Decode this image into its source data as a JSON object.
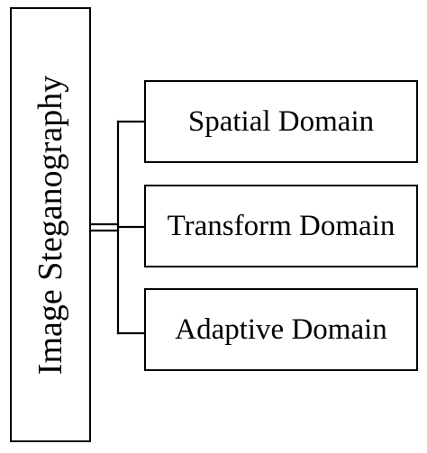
{
  "root": {
    "label": "Image Steganography"
  },
  "children": [
    {
      "label": "Spatial Domain"
    },
    {
      "label": "Transform Domain"
    },
    {
      "label": "Adaptive Domain"
    }
  ],
  "colors": {
    "stroke": "#000000",
    "background": "#ffffff"
  }
}
